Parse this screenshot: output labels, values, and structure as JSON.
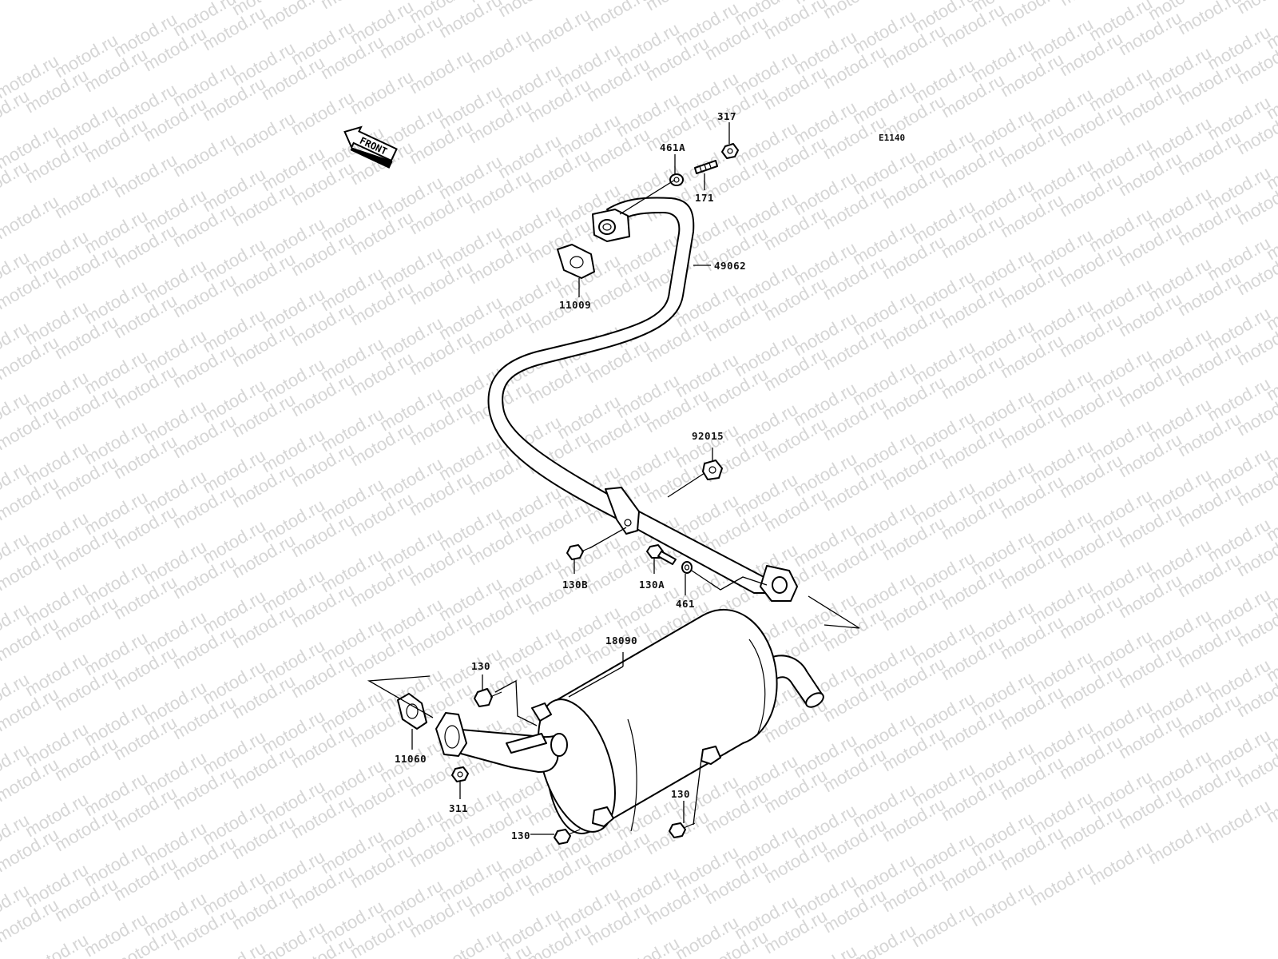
{
  "watermark": {
    "text": "motod.ru"
  },
  "diagram": {
    "code": "E1140",
    "front_label": "FRONT"
  },
  "callouts": {
    "p317": "317",
    "p461A": "461A",
    "p171": "171",
    "p49062": "49062",
    "p11009": "11009",
    "p92015": "92015",
    "p130B": "130B",
    "p130A": "130A",
    "p461": "461",
    "p18090": "18090",
    "p130_top": "130",
    "p11060": "11060",
    "p311": "311",
    "p130_right": "130",
    "p130_bottom": "130"
  }
}
